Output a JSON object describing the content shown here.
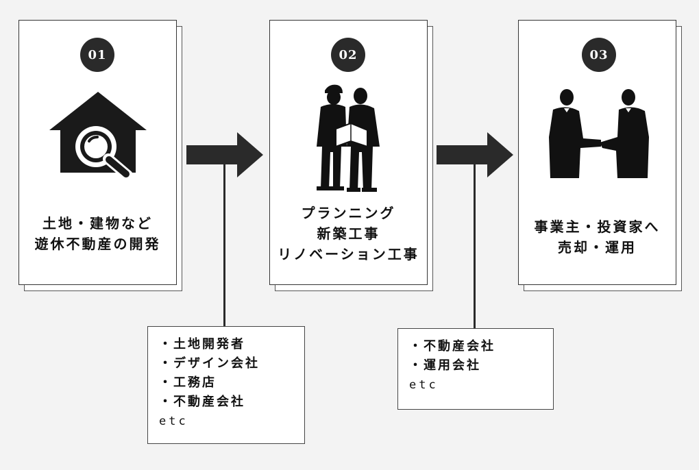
{
  "steps": [
    {
      "number": "01",
      "icon": "house-search-icon",
      "lines": [
        "土地・建物など",
        "遊休不動産の開発"
      ]
    },
    {
      "number": "02",
      "icon": "workers-plan-icon",
      "lines": [
        "プランニング",
        "新築工事",
        "リノベーション工事"
      ]
    },
    {
      "number": "03",
      "icon": "handshake-icon",
      "lines": [
        "事業主・投資家へ",
        "売却・運用"
      ]
    }
  ],
  "partners": [
    {
      "items": [
        "・土地開発者",
        "・デザイン会社",
        "・工務店",
        "・不動産会社"
      ],
      "etc": "etc"
    },
    {
      "items": [
        "・不動産会社",
        "・運用会社"
      ],
      "etc": "etc"
    }
  ],
  "colors": {
    "dark": "#2a2a2a",
    "background": "#f3f3f3",
    "card": "#ffffff"
  }
}
